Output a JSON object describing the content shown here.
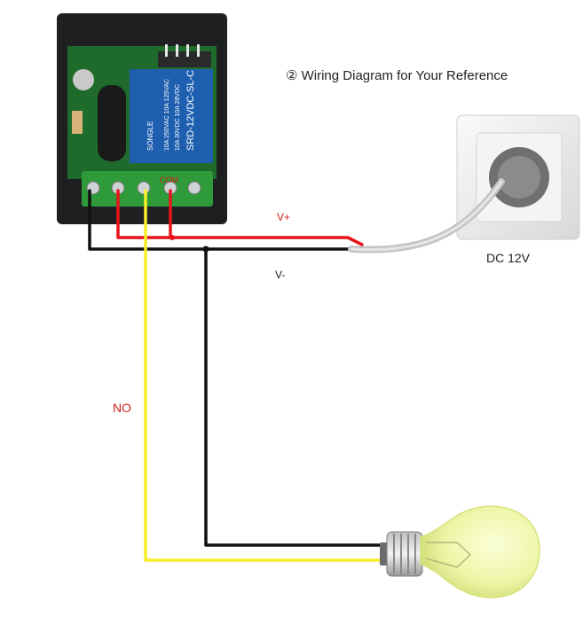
{
  "labels": {
    "title": "② Wiring Diagram for Your Reference",
    "v_plus": "V+",
    "v_minus": "V-",
    "supply": "DC 12V",
    "normally_open": "NO",
    "common": "COM"
  },
  "relay": {
    "body_text_lines": [
      "SRD-12VDC-SL-C",
      "10A 250VAC 10A 125VAC",
      "10A 30VDC 10A 28VDC"
    ],
    "brand": "SONGLE"
  },
  "colors": {
    "positive_wire": "#e8141b",
    "negative_wire": "#111111",
    "no_wire": "#f6ee2b",
    "label_red": "#d42020",
    "module_case": "#1e1f20",
    "pcb": "#1f6b2c",
    "relay_blue": "#1f5fb0",
    "terminal_green": "#2e9a3a",
    "bulb_glass": "#eef6a8"
  }
}
